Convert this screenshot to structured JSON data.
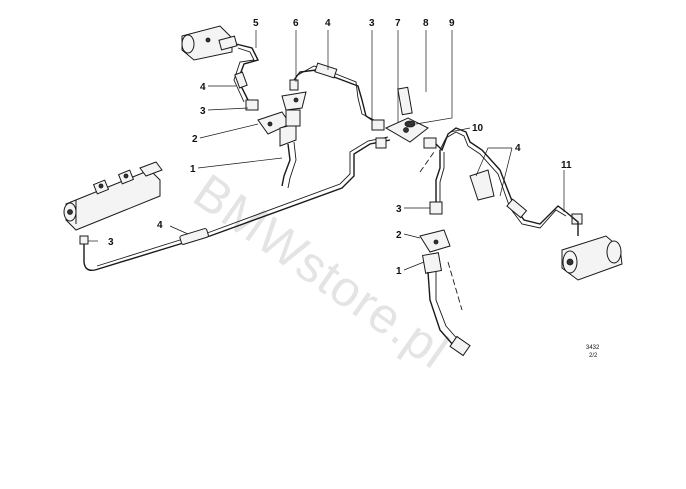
{
  "watermark": "BMWstore.pl",
  "reference": {
    "number": "3432",
    "sheet": "2/2"
  },
  "callouts": {
    "c1a": "1",
    "c1b": "1",
    "c2a": "2",
    "c2b": "2",
    "c3a": "3",
    "c3b": "3",
    "c3c": "3",
    "c3d": "3",
    "c4a": "4",
    "c4b": "4",
    "c4c": "4",
    "c4d": "4",
    "c5": "5",
    "c6": "6",
    "c7": "7",
    "c8": "8",
    "c9": "9",
    "c10": "10",
    "c11": "11"
  }
}
